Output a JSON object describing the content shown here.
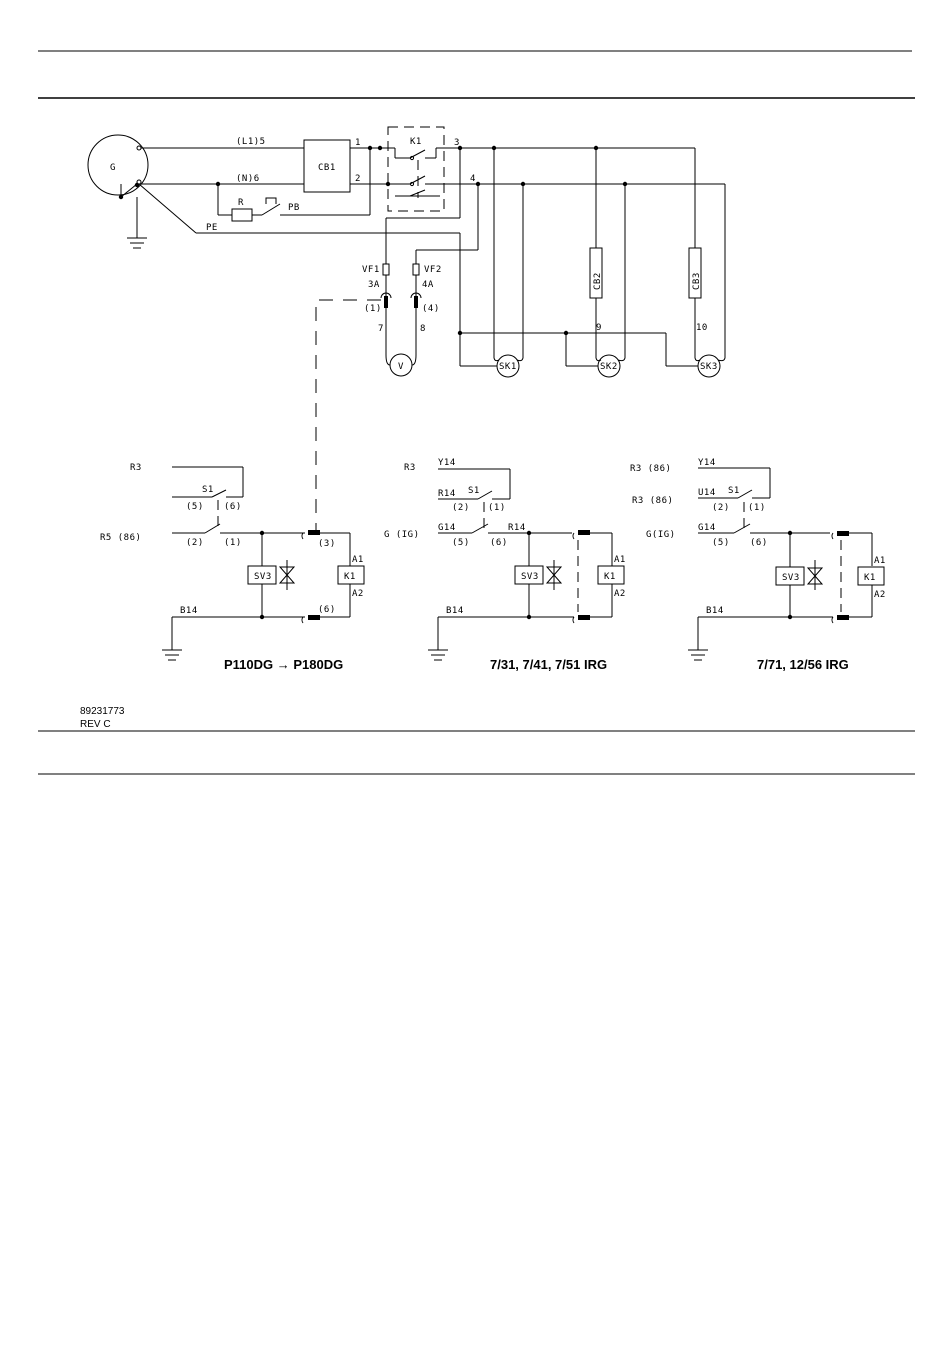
{
  "main_circuit": {
    "generator_symbol": "G",
    "wire_l1": "(L1)5",
    "wire_n": "(N)6",
    "pe": "PE",
    "cb1": "CB1",
    "cb1_in1": "1",
    "cb1_in2": "2",
    "k1": "K1",
    "term3": "3",
    "term4": "4",
    "resistor": "R",
    "pushbutton": "PB",
    "vf1": "VF1",
    "vf2": "VF2",
    "vf1_rating": "3A",
    "vf2_rating": "4A",
    "pin1": "(1)",
    "pin4": "(4)",
    "wire7": "7",
    "wire8": "8",
    "voltmeter": "V",
    "cb2": "CB2",
    "cb3": "CB3",
    "wire9": "9",
    "wire10": "10",
    "sk1": "SK1",
    "sk2": "SK2",
    "sk3": "SK3"
  },
  "control_circuits": [
    {
      "caption": "P110DG → P180DG",
      "r3": "R3",
      "s1": "S1",
      "s1_pin5": "(5)",
      "s1_pin6": "(6)",
      "r5": "R5 (86)",
      "pin2": "(2)",
      "pin1": "(1)",
      "pin3": "(3)",
      "pin6b": "(6)",
      "sv3": "SV3",
      "k1": "K1",
      "a1": "A1",
      "a2": "A2",
      "b14": "B14"
    },
    {
      "caption": "7/31, 7/41, 7/51 IRG",
      "r3": "R3",
      "y14": "Y14",
      "r14": "R14",
      "s1": "S1",
      "pin2": "(2)",
      "pin1": "(1)",
      "g_ig": "G (IG)",
      "g14": "G14",
      "r14b": "R14",
      "pin5": "(5)",
      "pin6": "(6)",
      "sv3": "SV3",
      "k1": "K1",
      "a1": "A1",
      "a2": "A2",
      "b14": "B14"
    },
    {
      "caption": "7/71, 12/56 IRG",
      "r3_86a": "R3 (86)",
      "r3_86b": "R3 (86)",
      "y14": "Y14",
      "u14": "U14",
      "s1": "S1",
      "pin2": "(2)",
      "pin1": "(1)",
      "g_ig": "G(IG)",
      "g14": "G14",
      "pin5": "(5)",
      "pin6": "(6)",
      "sv3": "SV3",
      "k1": "K1",
      "a1": "A1",
      "a2": "A2",
      "b14": "B14"
    }
  ],
  "footer": {
    "part_number": "89231773",
    "revision": "REV C"
  }
}
